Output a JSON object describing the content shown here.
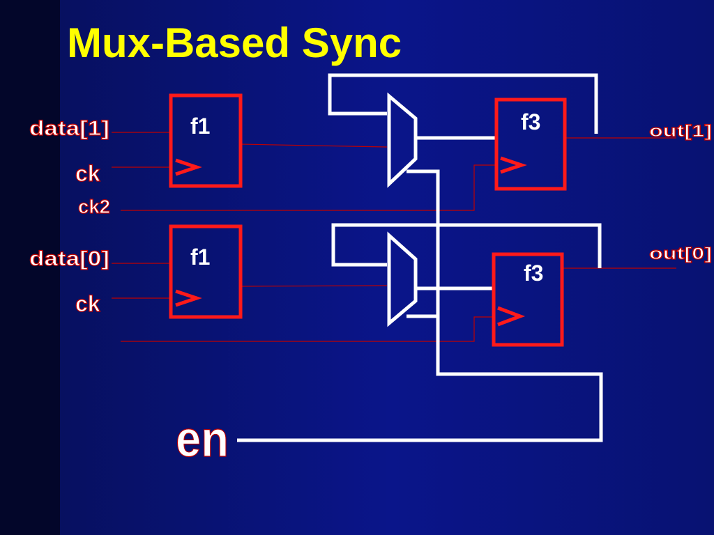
{
  "slide": {
    "title": "Mux-Based Sync"
  },
  "diagram": {
    "inputs": {
      "data1": "data[1]",
      "ck_top": "ck",
      "ck2": "ck2",
      "data0": "data[0]",
      "ck_bottom": "ck"
    },
    "flipflops": {
      "f1_top": "f1",
      "f1_bottom": "f1",
      "f3_top": "f3",
      "f3_bottom": "f3",
      "clock_glyph": ">"
    },
    "outputs": {
      "out1": "out[1]",
      "out0": "out[0]"
    },
    "enable": "en"
  },
  "colors": {
    "title": "#ffff00",
    "flipflop_border": "#ff1a1a",
    "wire_primary": "#ffffff",
    "wire_signal": "#c00000",
    "background": "#0a158a"
  }
}
